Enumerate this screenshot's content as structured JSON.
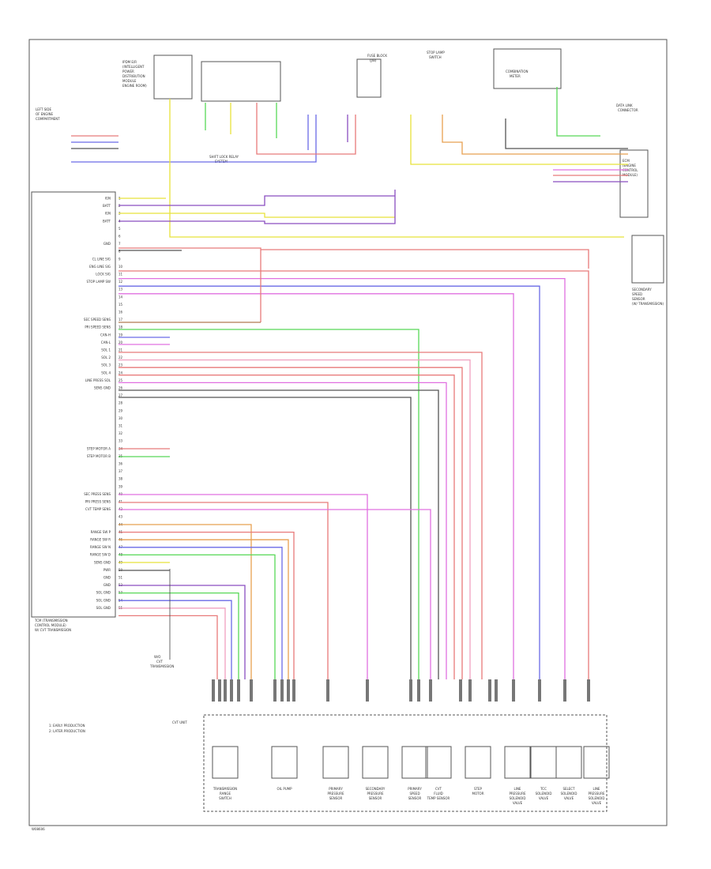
{
  "page_label": "W08606",
  "pcm_label": [
    "TCM (TRANSMISSION",
    "CONTROL MODULE)",
    "W/ CVT TRANSMISSION"
  ],
  "legend": [
    "1: EARLY PRODUCTION",
    "2: LATER PRODUCTION"
  ],
  "cvt_unit_label": "CVT UNIT",
  "transmission_ground_label": [
    "W/O",
    "CVT",
    "TRANSMISSION"
  ],
  "bottom_components": [
    [
      "TRANSMISSION",
      "RANGE",
      "SWITCH"
    ],
    [
      "OIL PUMP"
    ],
    [
      "PRIMARY",
      "PRESSURE",
      "SENSOR"
    ],
    [
      "SECONDARY",
      "PRESSURE",
      "SENSOR"
    ],
    [
      "PRIMARY",
      "SPEED",
      "SENSOR"
    ],
    [
      "CVT",
      "FLUID",
      "TEMP SENSOR"
    ],
    [
      "STEP",
      "MOTOR"
    ],
    [
      "LINE",
      "PRESSURE",
      "SOLENOID",
      "VALVE"
    ],
    [
      "TCC",
      "SOLENOID",
      "VALVE"
    ],
    [
      "SELECT",
      "SOLENOID",
      "VALVE"
    ],
    [
      "LINE",
      "PRESSURE",
      "SOLENOID",
      "VALVE"
    ]
  ],
  "top_components": {
    "ipdm_left": [
      "IPDM E/R",
      "(INTELLIGENT",
      "POWER",
      "DISTRIBUTION",
      "MODULE",
      "ENGINE ROOM)"
    ],
    "fuse_block_left": [
      "FUSE BLOCK",
      "(J/B)"
    ],
    "shift_lock_relay": [
      "SHIFT LOCK RELAY",
      "SYSTEM"
    ],
    "combination_meter": [
      "COMBINATION",
      "METER"
    ],
    "ecm": [
      "ECM",
      "(ENGINE",
      "CONTROL",
      "MODULE)"
    ],
    "data_link": [
      "DATA LINK",
      "CONNECTOR"
    ],
    "right_sensor": [
      "SECONDARY",
      "SPEED",
      "SENSOR",
      "(W/ TRANSMISSION)"
    ],
    "stop_lamp_switch": [
      "STOP LAMP",
      "SWITCH"
    ],
    "left_block": [
      "LEFT SIDE",
      "OF ENGINE",
      "COMPARTMENT"
    ]
  },
  "pin_labels": [
    "IGN",
    "BATT",
    "IGN",
    "BATT",
    "",
    "",
    "GND",
    "",
    "CL LINE SIG",
    "ENG LINE SIG",
    "LOCK SIG",
    "STOP LAMP SW",
    "",
    "",
    "",
    "",
    "SEC SPEED SENS",
    "PRI SPEED SENS",
    "CAN-H",
    "CAN-L",
    "SOL 1",
    "SOL 2",
    "SOL 3",
    "SOL 4",
    "LINE PRESS SOL",
    "SENS GND",
    "",
    "",
    "",
    "",
    "",
    "",
    "",
    "STEP MOTOR A",
    "STEP MOTOR B",
    "",
    "",
    "",
    "",
    "SEC PRESS SENS",
    "PRI PRESS SENS",
    "CVT TEMP SENS",
    "",
    "",
    "RANGE SW P",
    "RANGE SW R",
    "RANGE SW N",
    "RANGE SW D",
    "SENS GND",
    "PWR",
    "GND",
    "GND",
    "SOL GND",
    "SOL GND",
    "SOL GND"
  ],
  "wire_colors": {
    "yellow": "#e8e23a",
    "red": "#e87a7a",
    "blue": "#6a6ae6",
    "green": "#58d858",
    "magenta": "#e070e0",
    "orange": "#e8a050",
    "purple": "#8a4ec0",
    "pink": "#f0a0c0",
    "black": "#555555",
    "brown": "#b07a50"
  }
}
